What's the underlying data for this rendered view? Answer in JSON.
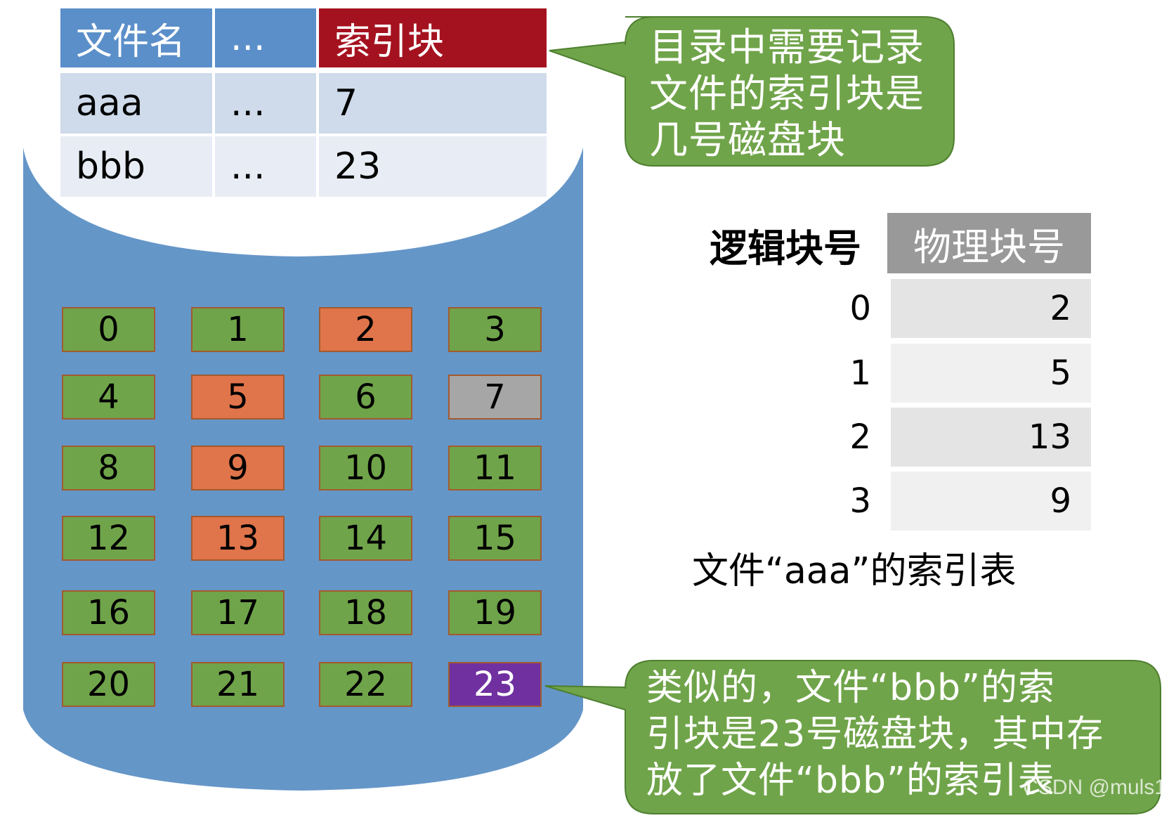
{
  "directory_table": {
    "headers": [
      "文件名",
      "...",
      "索引块"
    ],
    "rows": [
      [
        "aaa",
        "...",
        "7"
      ],
      [
        "bbb",
        "...",
        "23"
      ]
    ]
  },
  "disk_blocks": [
    {
      "label": "0",
      "state": "free"
    },
    {
      "label": "1",
      "state": "free"
    },
    {
      "label": "2",
      "state": "aaa-data"
    },
    {
      "label": "3",
      "state": "free"
    },
    {
      "label": "4",
      "state": "free"
    },
    {
      "label": "5",
      "state": "aaa-data"
    },
    {
      "label": "6",
      "state": "free"
    },
    {
      "label": "7",
      "state": "aaa-index"
    },
    {
      "label": "8",
      "state": "free"
    },
    {
      "label": "9",
      "state": "aaa-data"
    },
    {
      "label": "10",
      "state": "free"
    },
    {
      "label": "11",
      "state": "free"
    },
    {
      "label": "12",
      "state": "free"
    },
    {
      "label": "13",
      "state": "aaa-data"
    },
    {
      "label": "14",
      "state": "free"
    },
    {
      "label": "15",
      "state": "free"
    },
    {
      "label": "16",
      "state": "free"
    },
    {
      "label": "17",
      "state": "free"
    },
    {
      "label": "18",
      "state": "free"
    },
    {
      "label": "19",
      "state": "free"
    },
    {
      "label": "20",
      "state": "free"
    },
    {
      "label": "21",
      "state": "free"
    },
    {
      "label": "22",
      "state": "free"
    },
    {
      "label": "23",
      "state": "bbb-index"
    }
  ],
  "colors": {
    "disk": "#6596c8",
    "free": "#70a44a",
    "aaa-data": "#e0744a",
    "aaa-index": "#a6a6a6",
    "bbb-index": "#7030a0",
    "callout": "#70a44a",
    "callout_border": "#4e7f2f",
    "header_blue": "#5b8fc9",
    "header_red": "#a5121f",
    "index_header": "#999999"
  },
  "callout_top": {
    "lines": [
      "目录中需要记录",
      "文件的索引块是",
      "几号磁盘块"
    ]
  },
  "callout_bottom": {
    "lines": [
      "类似的，文件“bbb”的索",
      "引块是23号磁盘块，其中存",
      "放了文件“bbb”的索引表"
    ]
  },
  "index_table": {
    "header_logical": "逻辑块号",
    "header_physical": "物理块号",
    "rows": [
      {
        "logical": "0",
        "physical": "2"
      },
      {
        "logical": "1",
        "physical": "5"
      },
      {
        "logical": "2",
        "physical": "13"
      },
      {
        "logical": "3",
        "physical": "9"
      }
    ],
    "caption": "文件“aaa”的索引表"
  },
  "watermark": "CSDN @muls1"
}
